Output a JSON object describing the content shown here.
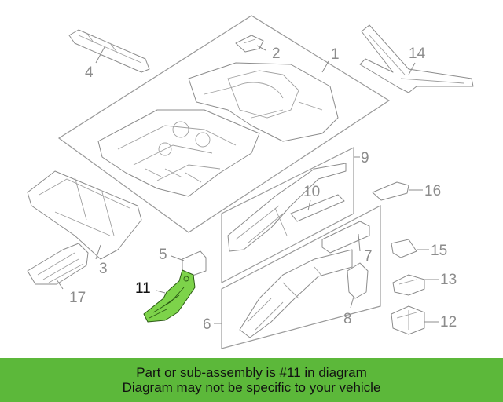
{
  "callouts": [
    {
      "id": "1",
      "text": "1"
    },
    {
      "id": "2",
      "text": "2"
    },
    {
      "id": "3",
      "text": "3"
    },
    {
      "id": "4",
      "text": "4"
    },
    {
      "id": "5",
      "text": "5"
    },
    {
      "id": "6",
      "text": "6"
    },
    {
      "id": "7",
      "text": "7"
    },
    {
      "id": "8",
      "text": "8"
    },
    {
      "id": "9",
      "text": "9"
    },
    {
      "id": "10",
      "text": "10"
    },
    {
      "id": "11",
      "text": "11"
    },
    {
      "id": "12",
      "text": "12"
    },
    {
      "id": "13",
      "text": "13"
    },
    {
      "id": "14",
      "text": "14"
    },
    {
      "id": "15",
      "text": "15"
    },
    {
      "id": "16",
      "text": "16"
    },
    {
      "id": "17",
      "text": "17"
    }
  ],
  "highlighted_part": "11",
  "colors": {
    "highlight": "#7dd34a",
    "banner": "#5cb83a",
    "line_art": "#8c8c8c"
  },
  "banner": {
    "line1": "Part or sub-assembly is #11 in diagram",
    "line2": "Diagram may not be specific to your vehicle"
  }
}
